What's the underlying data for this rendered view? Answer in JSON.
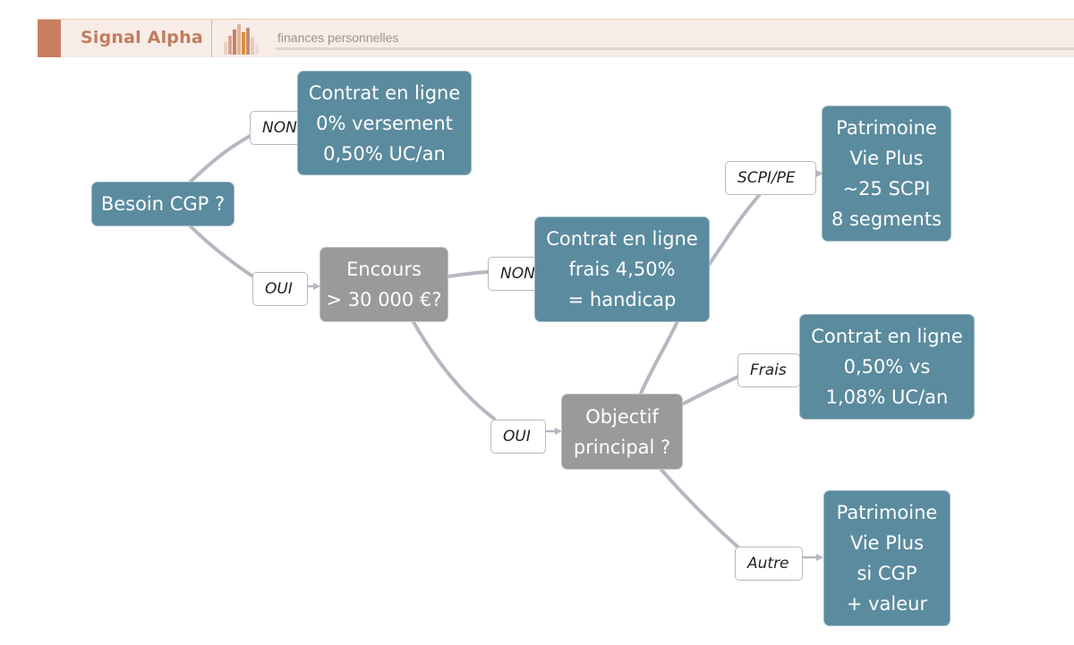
{
  "header": {
    "brand": "Signal Alpha",
    "subtitle": "finances personnelles",
    "accent_color": "#c97e61",
    "logo_icon": "bar-chart-logo"
  },
  "diagram": {
    "nodes": {
      "besoin_cgp": "Besoin CGP ?",
      "contrat_0": "Contrat en ligne\n0% versement\n0,50% UC/an",
      "encours": "Encours\n> 30 000 €?",
      "contrat_frais": "Contrat en ligne\nfrais 4,50%\n= handicap",
      "patrimoine_scpi": "Patrimoine\nVie Plus\n~25 SCPI\n8 segments",
      "objectif": "Objectif\nprincipal ?",
      "contrat_vs": "Contrat en ligne\n0,50% vs\n1,08% UC/an",
      "patrimoine_cgp": "Patrimoine\nVie Plus\nsi CGP\n+ valeur"
    },
    "labels": {
      "non_1": "NON",
      "oui_1": "OUI",
      "non_2": "NON",
      "oui_2": "OUI",
      "scpi_pe": "SCPI/PE",
      "frais": "Frais",
      "autre": "Autre"
    },
    "colors": {
      "decision_teal": "#5b8b9e",
      "question_gray": "#9a9a9a",
      "connector": "#b4b8c1"
    }
  }
}
